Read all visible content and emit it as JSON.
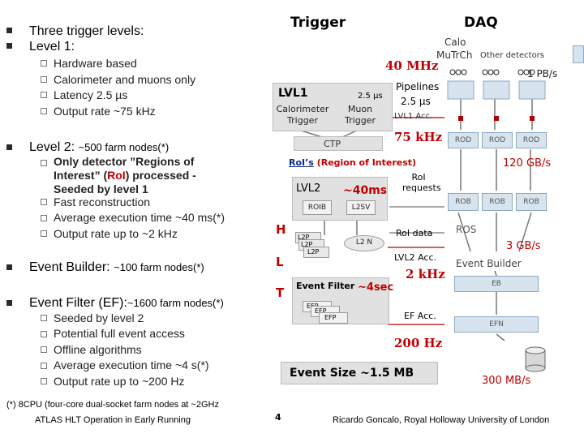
{
  "left": {
    "b1": "Three trigger levels:",
    "b2": "Level 1:",
    "l1": [
      "Hardware based",
      "Calorimeter and muons  only",
      "Latency 2.5 µs",
      "Output rate ~75 kHz"
    ],
    "b3_main": "Level 2:",
    "b3_small": "~500 farm nodes(*)",
    "l2a": "Only detector ”Regions of",
    "l2a_2": "Interest” (",
    "l2a_roi": "RoI",
    "l2a_3": ") processed  -",
    "l2a_4": "Seeded by level 1",
    "l2": [
      "Fast reconstruction",
      "Average execution time ~40 ms(*)",
      "Output rate up to ~2 kHz"
    ],
    "b4_main": "Event Builder:",
    "b4_small": "~100 farm nodes(*)",
    "b5_main": "Event Filter (EF):",
    "b5_small": "~1600 farm nodes(*)",
    "ef": [
      "Seeded by level 2",
      "Potential full event access",
      "Offline algorithms",
      "Average execution time ~4 s(*)",
      "Output rate up to ~200 Hz"
    ],
    "footnote": "(*) 8CPU (four-core dual-socket farm nodes at ~2GHz",
    "footer_left": "ATLAS HLT Operation in Early Running"
  },
  "diagram": {
    "trigger": "Trigger",
    "daq": "DAQ",
    "calo": "Calo",
    "mutrch": "MuTrCh",
    "other": "Other detectors",
    "rate40": "40 MHz",
    "pbs": "1 PB/s",
    "lvl1": "LVL1",
    "lat25": "2.5 μs",
    "calo_trig": "Calorimeter Trigger",
    "muon_trig": "Muon Trigger",
    "pipelines": "Pipelines",
    "pipe_lat": "2.5 μs",
    "lvl1acc": "LVL1 Acc.",
    "ctp": "CTP",
    "rate75": "75 kHz",
    "rod": "ROD",
    "roi_s": "RoI’s",
    "roi_region": "(Region of Interest)",
    "gbs120": "120 GB/s",
    "lvl2": "LVL2",
    "ms40": "~40ms",
    "roib": "ROIB",
    "l2sv": "L2SV",
    "roi_req": "RoI requests",
    "rob": "ROB",
    "ros": "ROS",
    "roi_data": "RoI data",
    "hlt_h": "H",
    "hlt_l": "L",
    "hlt_t": "T",
    "l2p": "L2P",
    "l2n": "L2 N",
    "gbs3": "3 GB/s",
    "lvl2acc": "LVL2 Acc.",
    "event_builder": "Event Builder",
    "eb": "EB",
    "rate2k": "2 kHz",
    "event_filter": "Event Filter",
    "s4": "~4sec",
    "efp": "EFP",
    "efacc": "EF Acc.",
    "efn": "EFN",
    "rate200": "200 Hz",
    "event_size": "Event Size ~1.5 MB",
    "mbs300": "300 MB/s"
  },
  "footer": {
    "page": "4",
    "author": "Ricardo Goncalo, Royal Holloway University of London"
  }
}
